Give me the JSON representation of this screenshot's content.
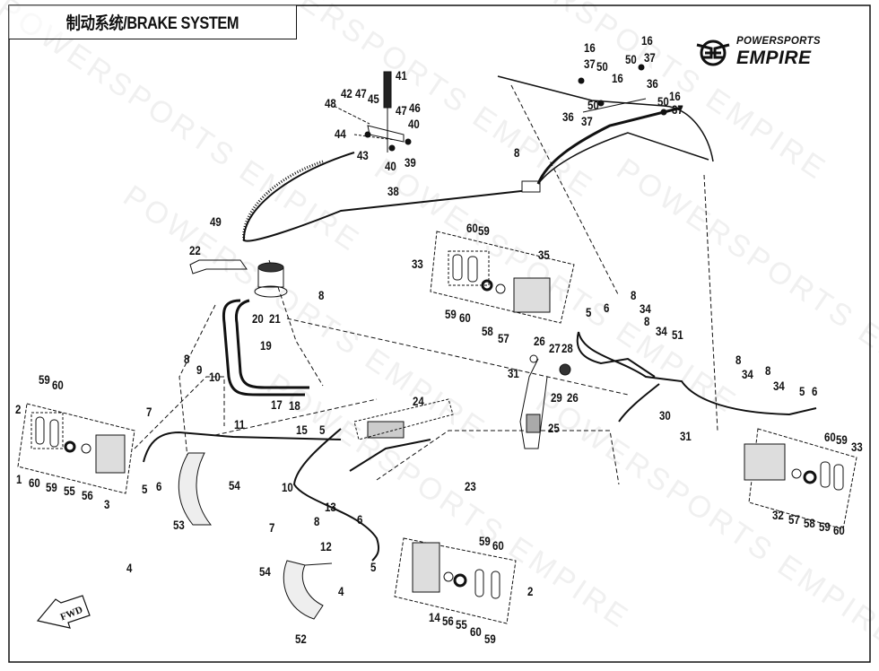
{
  "header": {
    "title": "制动系统/BRAKE SYSTEM"
  },
  "brand": {
    "logo_icon": "empire-wings-logo-icon",
    "line1": "POWERSPORTS",
    "line2": "EMPIRE"
  },
  "watermark": {
    "text": "POWERSPORTS EMPIRE"
  },
  "direction_badge": {
    "icon": "forward-arrow-icon",
    "label": "FWD"
  },
  "colors": {
    "ink": "#111111",
    "watermark": "#c8c8c8",
    "background": "#ffffff"
  },
  "callouts": {
    "parking_lever": [
      "41",
      "42",
      "47",
      "45",
      "48",
      "44",
      "43",
      "40",
      "39",
      "47",
      "46",
      "40"
    ],
    "cable_top": [
      "38",
      "8"
    ],
    "rear_cable_fittings": [
      "16",
      "37",
      "50",
      "36",
      "16",
      "50",
      "37",
      "36",
      "16",
      "37",
      "50",
      "16",
      "37",
      "50"
    ],
    "reservoir": [
      "49",
      "22",
      "8",
      "20",
      "21",
      "19",
      "17",
      "18"
    ],
    "rear_top_caliper": [
      "33",
      "60",
      "59",
      "59",
      "60",
      "58",
      "57",
      "35",
      "31"
    ],
    "pedal": [
      "26",
      "27",
      "28",
      "29",
      "26",
      "25",
      "24",
      "23",
      "30",
      "5",
      "6"
    ],
    "right_lines": [
      "8",
      "34",
      "8",
      "34",
      "51",
      "8",
      "34",
      "8",
      "34",
      "5",
      "6"
    ],
    "right_caliper": [
      "31",
      "32",
      "57",
      "58",
      "59",
      "60",
      "60",
      "59",
      "33"
    ],
    "left_caliper": [
      "59",
      "60",
      "2",
      "1",
      "60",
      "59",
      "56",
      "55",
      "3",
      "5",
      "6",
      "4",
      "8",
      "9",
      "10",
      "7",
      "11",
      "53",
      "54"
    ],
    "center_lines": [
      "15",
      "5",
      "10",
      "7",
      "13",
      "8",
      "12",
      "6"
    ],
    "front_right_caliper": [
      "54",
      "52",
      "4",
      "5",
      "14",
      "56",
      "55",
      "60",
      "59",
      "59",
      "60",
      "2"
    ]
  }
}
